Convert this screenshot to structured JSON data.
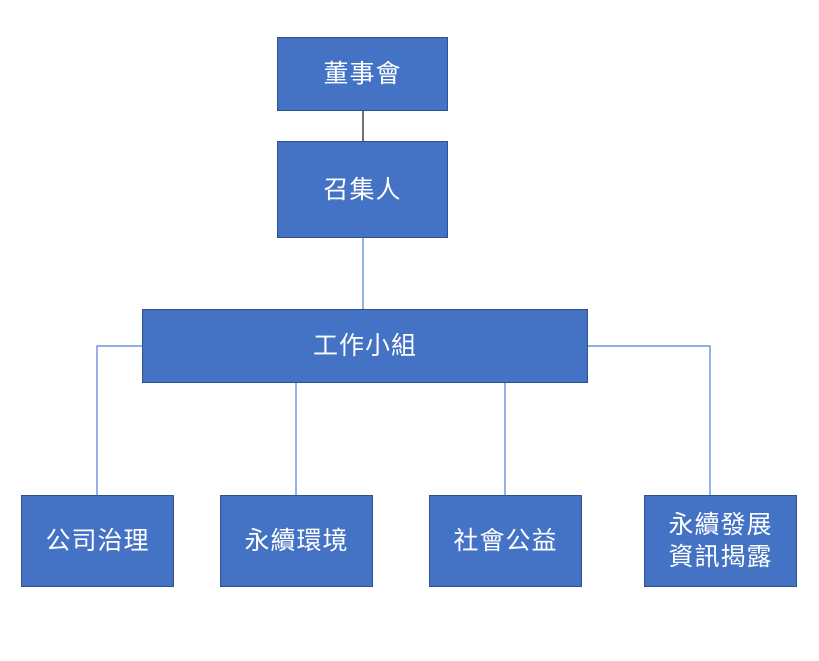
{
  "nodes": {
    "board": "董事會",
    "convener": "召集人",
    "working_group": "工作小組",
    "corporate_governance": "公司治理",
    "sustainable_environment": "永續環境",
    "social_welfare": "社會公益",
    "sustainability_disclosure": "永續發展\n資訊揭露"
  },
  "colors": {
    "box_fill": "#4472c4",
    "box_border": "#2f528f",
    "box_text": "#ffffff",
    "top_connector": "#404040",
    "connector": "#4f7fd1"
  }
}
